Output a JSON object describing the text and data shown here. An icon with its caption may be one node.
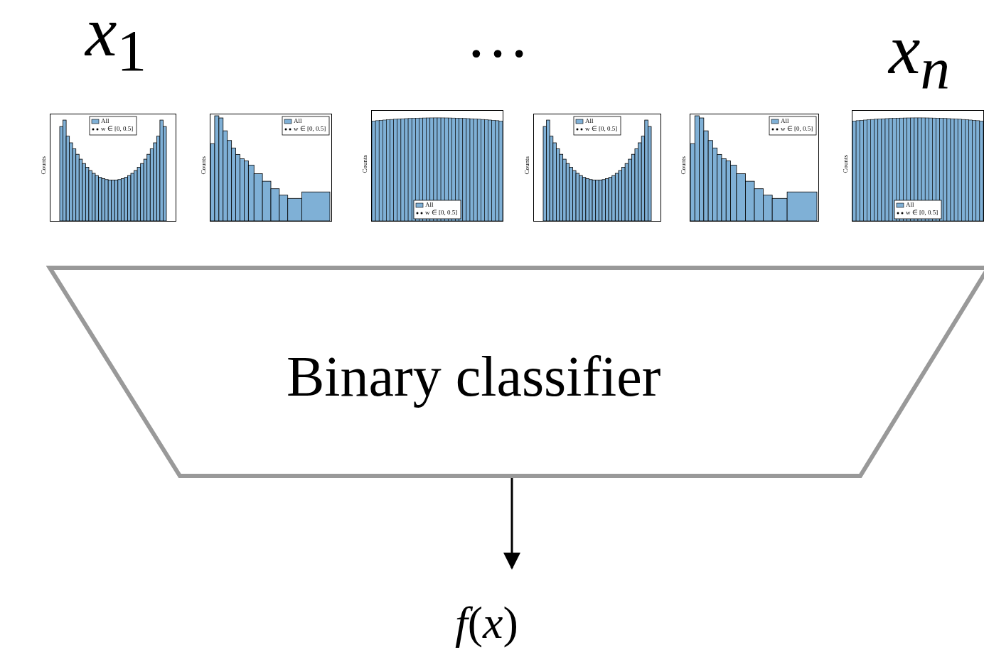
{
  "diagram": {
    "nodes": [
      {
        "text": [
          "Binary classifier"
        ]
      },
      {
        "text": [
          "*f*(*x*)"
        ]
      }
    ],
    "edges": [
      {
        "from": 0,
        "to": 1,
        "arrow": "to"
      }
    ],
    "labels": [
      "*x*$_{1}$",
      "…",
      "*x*$_{n}$",
      "Counts",
      "Counts",
      "Counts",
      "Counts",
      "Counts",
      "Counts"
    ],
    "legend": [
      {
        "text": "All",
        "color": "#7fb0d6"
      },
      {
        "text": "w ∈ [0, 0.5]"
      },
      {
        "text": "All",
        "color": "#7fb0d6"
      },
      {
        "text": "w ∈ [0, 0.5]"
      },
      {
        "text": "All",
        "color": "#7fb0d6"
      },
      {
        "text": "w ∈ [0, 0.5]"
      },
      {
        "text": "All",
        "color": "#7fb0d6"
      },
      {
        "text": "w ∈ [0, 0.5]"
      },
      {
        "text": "All",
        "color": "#7fb0d6"
      },
      {
        "text": "w ∈ [0, 0.5]"
      },
      {
        "text": "All",
        "color": "#7fb0d6"
      },
      {
        "text": "w ∈ [0, 0.5]"
      }
    ]
  }
}
